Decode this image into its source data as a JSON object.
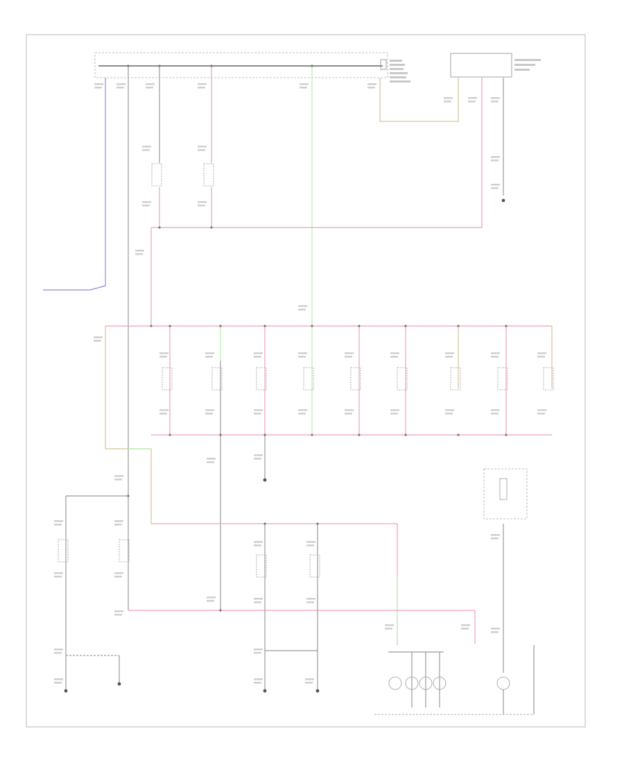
{
  "corner_label": "",
  "colors": {
    "frame": "#b8b8b8",
    "wire_default": "#9a9a9a",
    "wire_pink": "#f0a0b4",
    "wire_green": "#b6ebb0",
    "wire_blue": "#8a8adf",
    "wire_tan": "#d6c29a"
  },
  "components": [
    {
      "id": "fuse-block",
      "kind": "fuse-relay-box"
    },
    {
      "id": "combination-meter",
      "kind": "module"
    },
    {
      "id": "ground-top-right",
      "kind": "ground"
    },
    {
      "id": "switch-left-1",
      "kind": "switch-illumination"
    },
    {
      "id": "switch-left-2",
      "kind": "switch-illumination"
    },
    {
      "id": "lamps-row",
      "count": 9,
      "kind": "illumination-lamp"
    },
    {
      "id": "ground-center",
      "kind": "ground"
    },
    {
      "id": "lamp-lower-1",
      "kind": "illumination-lamp"
    },
    {
      "id": "lamp-lower-2",
      "kind": "illumination-lamp"
    },
    {
      "id": "lamp-lower-3",
      "kind": "illumination-lamp"
    },
    {
      "id": "lamp-lower-4",
      "kind": "illumination-lamp"
    },
    {
      "id": "gauges",
      "count": 4,
      "kind": "meter-lamp"
    },
    {
      "id": "meter-lamp-right",
      "kind": "meter-lamp"
    },
    {
      "id": "right-fuse-box",
      "kind": "fuse-box"
    },
    {
      "id": "ground-bottom-1",
      "kind": "ground"
    },
    {
      "id": "ground-bottom-2",
      "kind": "ground"
    },
    {
      "id": "ground-bottom-3",
      "kind": "ground"
    },
    {
      "id": "ground-bottom-4",
      "kind": "ground"
    }
  ]
}
